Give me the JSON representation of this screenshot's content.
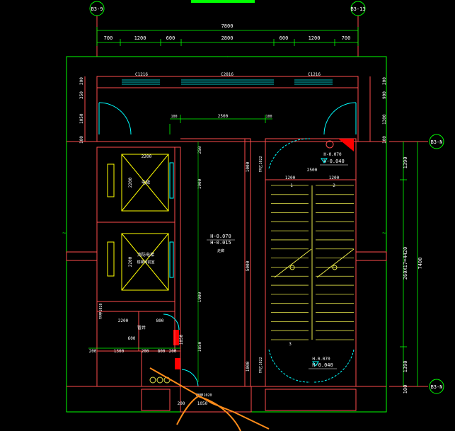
{
  "axes": {
    "b3_9": "B3-9",
    "b3_13": "B3-13",
    "b3_n_top": "B3-N",
    "b3_n_bottom": "B3-N"
  },
  "top_dims": {
    "overall": "7800",
    "segments": [
      "700",
      "1200",
      "600",
      "2800",
      "600",
      "1200",
      "700"
    ]
  },
  "window_tags": [
    "C1216",
    "C2816",
    "C1216"
  ],
  "left_dims": [
    "350",
    "200",
    "1050",
    "100"
  ],
  "right_dims": {
    "upper": [
      "200",
      "900",
      "1300",
      "100"
    ],
    "big": [
      "1390",
      "260X17=4420",
      "1390",
      "100"
    ],
    "total": "7400"
  },
  "corridor": {
    "width_dim": "2500",
    "side_dims": [
      "100",
      "100"
    ],
    "elev1": "H-0.070",
    "elev2": "H-0.015",
    "label": "走廊",
    "vert_dims": [
      "250",
      "1900",
      "5000",
      "1900",
      "1000",
      "1000",
      "1050"
    ]
  },
  "elevator": {
    "top_dim": "2200",
    "dims": [
      "2200",
      "2200",
      "200"
    ],
    "label1": "电梯",
    "label2": "消防电梯",
    "label3": "楼梯间前室",
    "fm_tag": "FM甲1020"
  },
  "stair": {
    "elev_top1": "H-0.070",
    "elev_top2": "H-0.040",
    "elev_bot1": "H-0.070",
    "elev_bot2": "H-0.040",
    "width_dim": "2500",
    "left_dim": "1200",
    "right_dim": "1200",
    "door_tag": "FM乙1022",
    "door_tag2": "FM乙1022",
    "marks": [
      "1",
      "2",
      "3"
    ]
  },
  "bottom": {
    "dims": [
      "1300",
      "200",
      "800",
      "200",
      "600",
      "200"
    ],
    "fm_tag": "FM甲1020",
    "w1": "1050",
    "w2": "200",
    "shaft": "管井",
    "side": [
      "2200",
      "800",
      "1050"
    ]
  },
  "colors": {
    "background": "#000000",
    "wall": "#ff4d4d",
    "frame": "#00ff00",
    "dims": "#00ff00",
    "text": "#ffffff",
    "door": "#00ffff",
    "stair": "#e8e84a",
    "elevator": "#ffff00",
    "sketch": "#ff8c1a"
  }
}
